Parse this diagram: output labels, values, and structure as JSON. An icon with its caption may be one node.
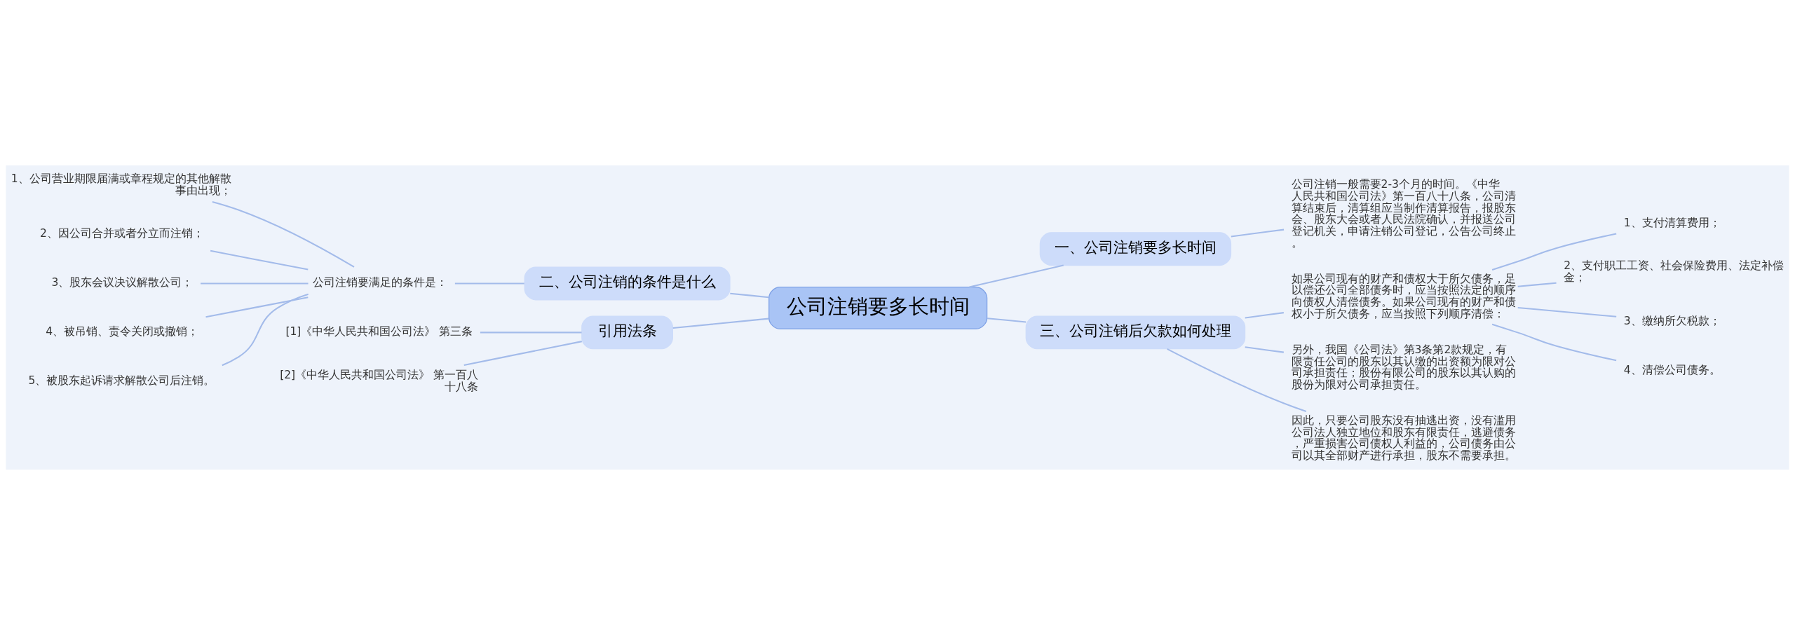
{
  "diagram": {
    "nodes": [
      {
        "text": [
          "公司注销要多长时间"
        ]
      },
      {
        "text": [
          "一、公司注销要多长时间"
        ]
      },
      {
        "text": [
          "公司注销一般需要2-3个月的时间。《中华人民共和国公司法》第一百八十八条，公司清算结束后，清算组应当制作清算报告，报股东会、股东大会或者人民法院确认，并报送公司登记机关，申请注销公司登记，公告公司终止。"
        ]
      },
      {
        "text": [
          "二、公司注销的条件是什么"
        ]
      },
      {
        "text": [
          "公司注销要满足的条件是："
        ]
      },
      {
        "text": [
          "1、公司营业期限届满或章程规定的其他解散事由出现；"
        ]
      },
      {
        "text": [
          "2、因公司合并或者分立而注销；"
        ]
      },
      {
        "text": [
          "3、股东会议决议解散公司；"
        ]
      },
      {
        "text": [
          "4、被吊销、责令关闭或撤销；"
        ]
      },
      {
        "text": [
          "5、被股东起诉请求解散公司后注销。"
        ]
      },
      {
        "text": [
          "三、公司注销后欠款如何处理"
        ]
      },
      {
        "text": [
          "如果公司现有的财产和债权大于所欠债务，足以偿还公司全部债务时，应当按照法定的顺序向债权人清偿债务。如果公司现有的财产和债权小于所欠债务，应当按照下列顺序清偿："
        ]
      },
      {
        "text": [
          "1、支付清算费用；"
        ]
      },
      {
        "text": [
          "2、支付职工工资、社会保险费用、法定补偿金；"
        ]
      },
      {
        "text": [
          "3、缴纳所欠税款；"
        ]
      },
      {
        "text": [
          "4、清偿公司债务。"
        ]
      },
      {
        "text": [
          "另外，我国《公司法》第3条第2款规定，有限责任公司的股东以其认缴的出资额为限对公司承担责任；股份有限公司的股东以其认购的股份为限对公司承担责任。"
        ]
      },
      {
        "text": [
          "因此，只要公司股东没有抽逃出资，没有滥用公司法人独立地位和股东有限责任，逃避债务，严重损害公司债权人利益的，公司债务由公司以其全部财产进行承担，股东不需要承担。"
        ]
      },
      {
        "text": [
          "引用法条"
        ]
      },
      {
        "text": [
          "[1]《中华人民共和国公司法》 第三条"
        ]
      },
      {
        "text": [
          "[2]《中华人民共和国公司法》 第一百八十八条"
        ]
      }
    ],
    "edges": [
      {
        "from": 0,
        "to": 1,
        "arrow": "none"
      },
      {
        "from": 1,
        "to": 2,
        "arrow": "none"
      },
      {
        "from": 3,
        "to": 0,
        "arrow": "none"
      },
      {
        "from": 4,
        "to": 3,
        "arrow": "none"
      },
      {
        "from": 5,
        "to": 4,
        "arrow": "none"
      },
      {
        "from": 6,
        "to": 4,
        "arrow": "none"
      },
      {
        "from": 7,
        "to": 4,
        "arrow": "none"
      },
      {
        "from": 8,
        "to": 4,
        "arrow": "none"
      },
      {
        "from": 9,
        "to": 4,
        "arrow": "none"
      },
      {
        "from": 0,
        "to": 10,
        "arrow": "none"
      },
      {
        "from": 10,
        "to": 11,
        "arrow": "none"
      },
      {
        "from": 11,
        "to": 12,
        "arrow": "none"
      },
      {
        "from": 11,
        "to": 13,
        "arrow": "none"
      },
      {
        "from": 11,
        "to": 14,
        "arrow": "none"
      },
      {
        "from": 11,
        "to": 15,
        "arrow": "none"
      },
      {
        "from": 10,
        "to": 16,
        "arrow": "none"
      },
      {
        "from": 10,
        "to": 17,
        "arrow": "none"
      },
      {
        "from": 18,
        "to": 0,
        "arrow": "none"
      },
      {
        "from": 19,
        "to": 18,
        "arrow": "none"
      },
      {
        "from": 20,
        "to": 18,
        "arrow": "none"
      }
    ]
  }
}
